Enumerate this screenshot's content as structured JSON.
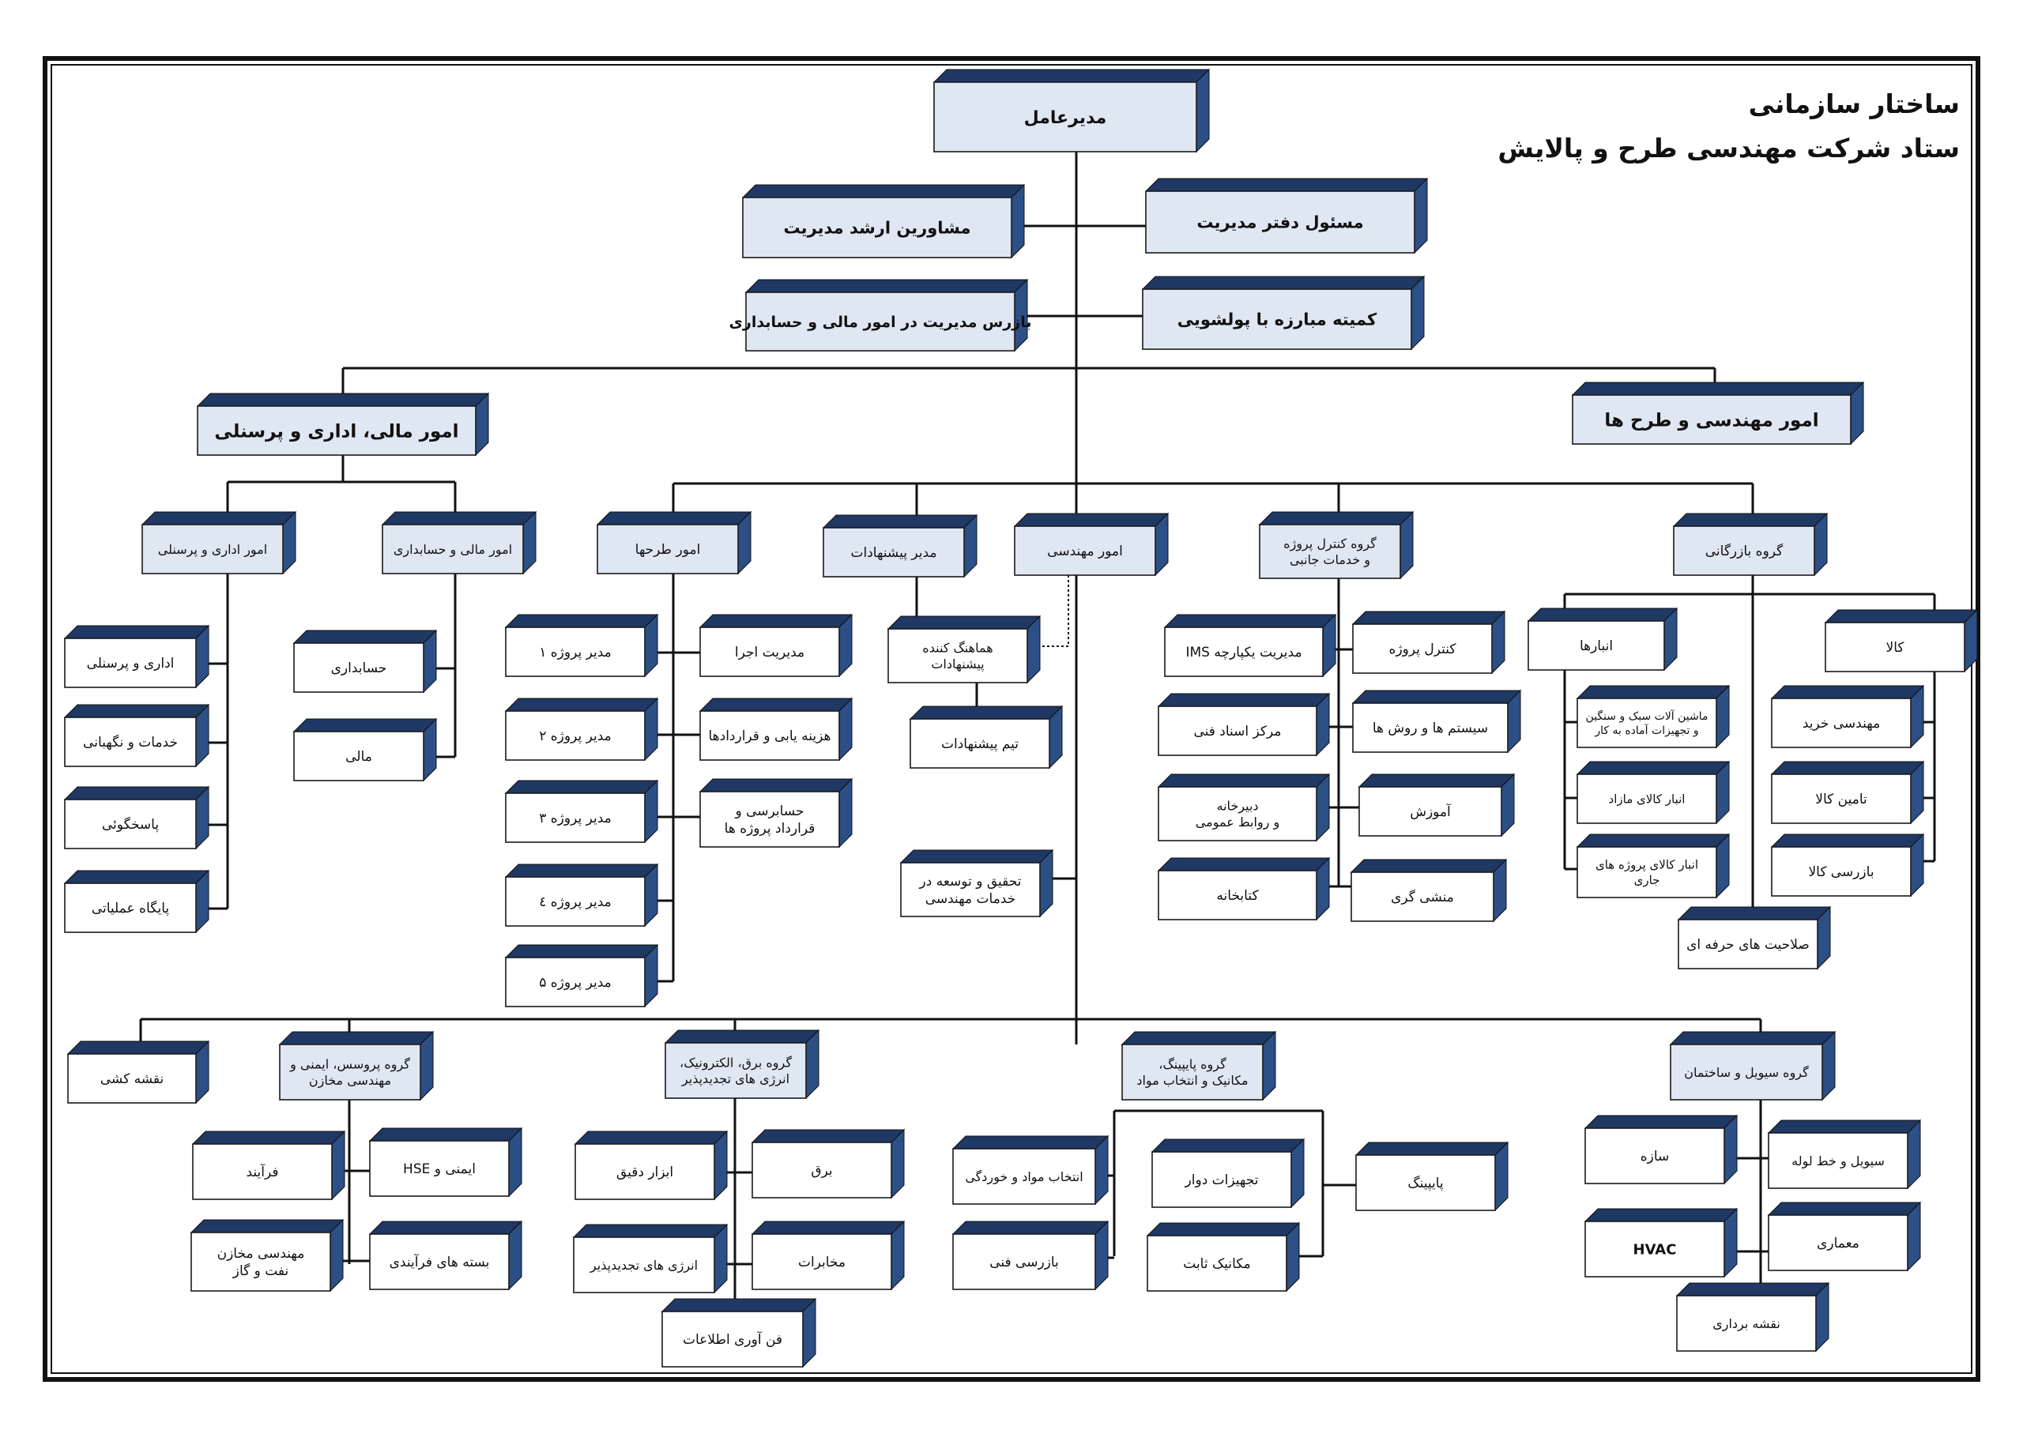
{
  "title": {
    "line1": "ساختار سازمانی",
    "line2": "ستاد شرکت مهندسی طرح و پالایش"
  },
  "chart": {
    "ceo": "مدیرعامل",
    "ceo_staff": {
      "office_manager": "مسئول دفتر مدیریت",
      "senior_advisors": "مشاورین ارشد مدیریت",
      "anti_money_laundering": "کمیته مبارزه با پولشویی",
      "finance_inspector": "بازرس مدیریت در امور مالی و حسابداری"
    },
    "finance_admin": {
      "head": "امور مالی، اداری و پرسنلی",
      "admin_personnel": {
        "head": "امور اداری و پرسنلی",
        "units": [
          "اداری و پرسنلی",
          "خدمات و نگهبانی",
          "پاسخگوئی",
          "پایگاه عملیاتی"
        ]
      },
      "accounting": {
        "head": "امور مالی و حسابداری",
        "units": [
          "حسابداری",
          "مالی"
        ]
      }
    },
    "engineering_projects": {
      "head": "امور مهندسی و طرح ها",
      "projects_affairs": {
        "head": "امور طرحها",
        "project_managers": [
          "مدیر پروژه ۱",
          "مدیر پروژه ۲",
          "مدیر پروژه ۳",
          "مدیر پروژه ٤",
          "مدیر پروژه ۵"
        ],
        "support_units": [
          "مدیریت اجرا",
          "هزینه یابی و قراردادها",
          "حسابرسی و\nقرارداد پروژه ها"
        ]
      },
      "proposals": {
        "head": "مدیر پیشنهادات",
        "coordinator": "هماهنگ کننده\nپیشنهادات",
        "team": "تیم پیشنهادات"
      },
      "engineering": {
        "head": "امور مهندسی",
        "rnd": "تحقیق و توسعه در\nخدمات مهندسی",
        "general_plan": "نقشه کشی",
        "groups": {
          "process": {
            "head": "گروه پروسس، ایمنی و\nمهندسی مخازن",
            "units": [
              "ایمنی و HSE",
              "فرآیند",
              "بسته های فرآیندی",
              "مهندسی مخازن\nنفت و گاز"
            ]
          },
          "electrical": {
            "head": "گروه برق، الکترونیک،\nانرژی های تجدیدپذیر",
            "units": [
              "برق",
              "ابزار دقیق",
              "مخابرات",
              "انرژی های تجدیدپذیر",
              "فن آوری اطلاعات"
            ]
          },
          "piping": {
            "head": "گروه پایپینگ،\nمکانیک و انتخاب مواد",
            "units": [
              "پایپینگ",
              "تجهیزات دوار",
              "انتخاب مواد و خوردگی",
              "مکانیک ثابت",
              "بازرسی فنی"
            ]
          },
          "civil": {
            "head": "گروه سیویل و ساختمان",
            "units": [
              "سیویل و خط لوله",
              "سازه",
              "معماری",
              "HVAC",
              "نقشه برداری"
            ]
          }
        }
      },
      "project_control": {
        "head": "گروه کنترل پروژه\nو خدمات جانبی",
        "units": [
          "کنترل پروژه",
          "مدیریت یکپارچه IMS",
          "سیستم ها و روش ها",
          "مرکز اسناد فنی",
          "آموزش",
          "دبیرخانه\nو روابط عمومی",
          "منشی گری",
          "کتابخانه"
        ]
      },
      "commerce": {
        "head": "گروه بازرگانی",
        "goods": {
          "head": "کالا",
          "units": [
            "مهندسی خرید",
            "تامین کالا",
            "بازرسی کالا"
          ]
        },
        "warehouses": {
          "head": "انبارها",
          "units": [
            "ماشین آلات سبک و سنگین\nو تجهیزات آماده به کار",
            "انبار کالای مازاد",
            "انبار کالای پروژه های\nجاری"
          ]
        },
        "qualifications": "صلاحیت های حرفه ای"
      }
    }
  }
}
